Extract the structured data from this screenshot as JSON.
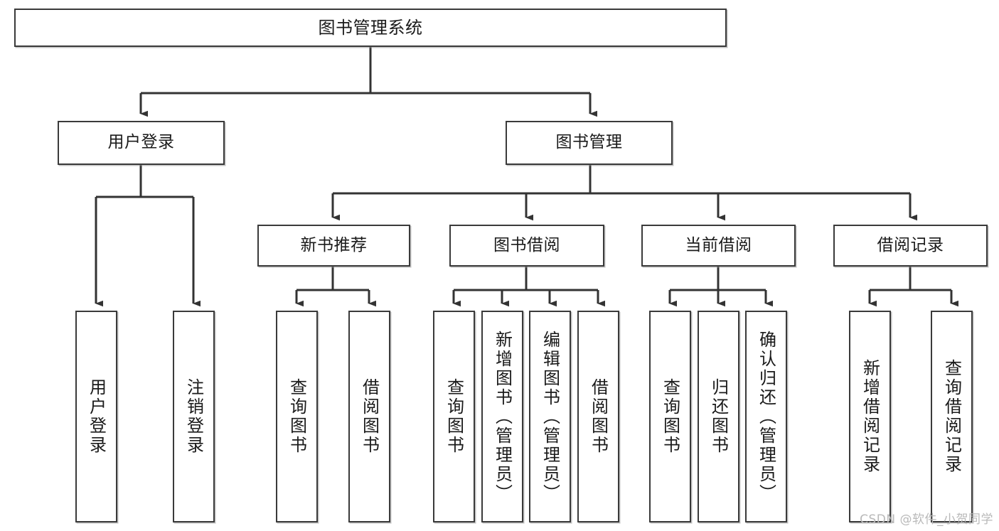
{
  "diagram": {
    "type": "hierarchy-tree",
    "title": "图书管理系统",
    "watermark": "CSDN @软件_小贺同学",
    "colors": {
      "background": "#ffffff",
      "box_border": "#3a3a3a",
      "box_fill": "#ffffff",
      "connector": "#333333",
      "text": "#1a1a1a",
      "watermark": "#b9b9b9"
    },
    "root": {
      "label": "图书管理系统"
    },
    "level2": [
      {
        "label": "用户登录"
      },
      {
        "label": "图书管理"
      }
    ],
    "level3": [
      {
        "label": "新书推荐"
      },
      {
        "label": "图书借阅"
      },
      {
        "label": "当前借阅"
      },
      {
        "label": "借阅记录"
      }
    ],
    "leaves": {
      "user_login": [
        {
          "label": "用户登录"
        },
        {
          "label": "注销登录"
        }
      ],
      "new_book_recommend": [
        {
          "label": "查询图书"
        },
        {
          "label": "借阅图书"
        }
      ],
      "book_borrow": [
        {
          "label": "查询图书"
        },
        {
          "label": "新增图书（管理员）"
        },
        {
          "label": "编辑图书（管理员）"
        },
        {
          "label": "借阅图书"
        }
      ],
      "current_borrow": [
        {
          "label": "查询图书"
        },
        {
          "label": "归还图书"
        },
        {
          "label": "确认归还（管理员）"
        }
      ],
      "borrow_record": [
        {
          "label": "新增借阅记录"
        },
        {
          "label": "查询借阅记录"
        }
      ]
    }
  }
}
